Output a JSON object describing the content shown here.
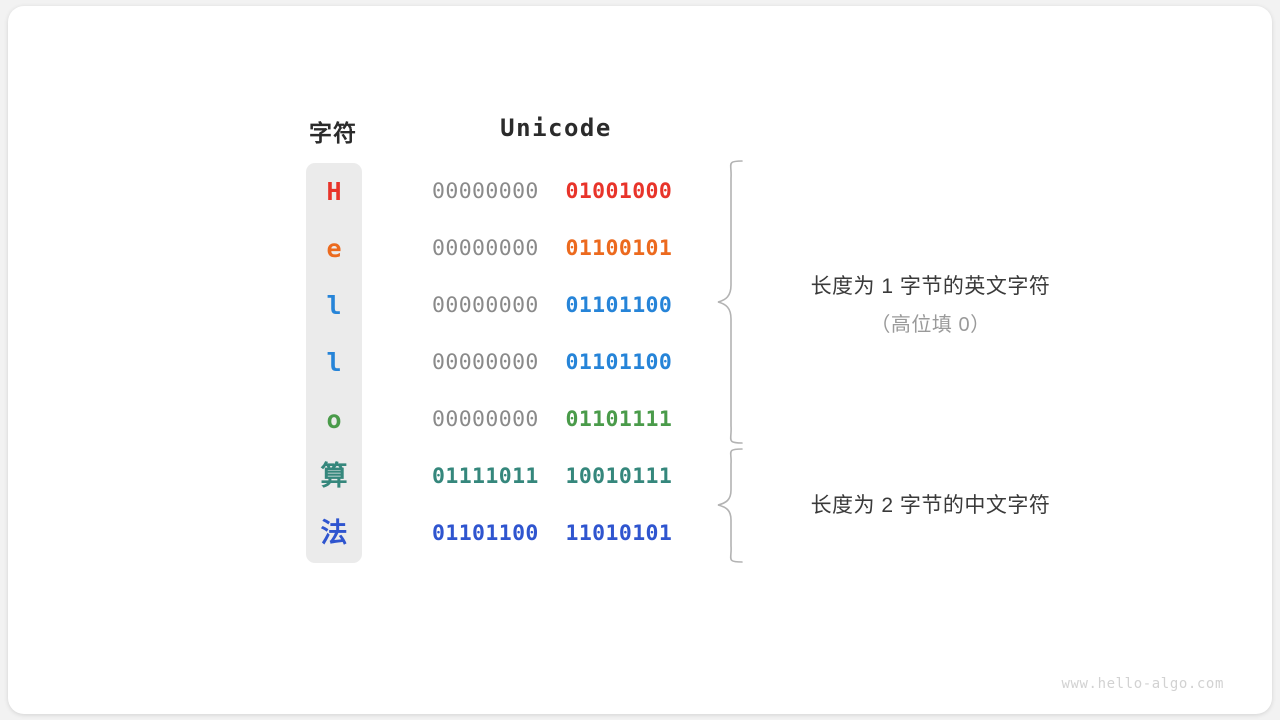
{
  "figure": {
    "background": "#f2f2f2",
    "card_background": "#ffffff",
    "char_column_background": "#ebebeb"
  },
  "headers": {
    "character": "字符",
    "encoding": "Unicode"
  },
  "rows": [
    {
      "char": "H",
      "char_color": "#e8342a",
      "script": "latin",
      "high_byte": "00000000",
      "low_byte": "01001000",
      "high_byte_color": "#8a8a8a",
      "low_byte_color": "#e8342a",
      "high_byte_filled": false
    },
    {
      "char": "e",
      "char_color": "#ec6a1e",
      "script": "latin",
      "high_byte": "00000000",
      "low_byte": "01100101",
      "high_byte_color": "#8a8a8a",
      "low_byte_color": "#ec6a1e",
      "high_byte_filled": false
    },
    {
      "char": "l",
      "char_color": "#2684d8",
      "script": "latin",
      "high_byte": "00000000",
      "low_byte": "01101100",
      "high_byte_color": "#8a8a8a",
      "low_byte_color": "#2684d8",
      "high_byte_filled": false
    },
    {
      "char": "l",
      "char_color": "#2684d8",
      "script": "latin",
      "high_byte": "00000000",
      "low_byte": "01101100",
      "high_byte_color": "#8a8a8a",
      "low_byte_color": "#2684d8",
      "high_byte_filled": false
    },
    {
      "char": "o",
      "char_color": "#4a9b4a",
      "script": "latin",
      "high_byte": "00000000",
      "low_byte": "01101111",
      "high_byte_color": "#8a8a8a",
      "low_byte_color": "#4a9b4a",
      "high_byte_filled": false
    },
    {
      "char": "算",
      "char_color": "#35877c",
      "script": "cjk",
      "high_byte": "01111011",
      "low_byte": "10010111",
      "high_byte_color": "#35877c",
      "low_byte_color": "#35877c",
      "high_byte_filled": true
    },
    {
      "char": "法",
      "char_color": "#2f55cf",
      "script": "cjk",
      "high_byte": "01101100",
      "low_byte": "11010101",
      "high_byte_color": "#2f55cf",
      "low_byte_color": "#2f55cf",
      "high_byte_filled": true
    }
  ],
  "annotations": [
    {
      "main": "长度为 1 字节的英文字符",
      "sub": "（高位填 0）"
    },
    {
      "main": "长度为 2 字节的中文字符",
      "sub": ""
    }
  ],
  "watermark": "www.hello-algo.com"
}
